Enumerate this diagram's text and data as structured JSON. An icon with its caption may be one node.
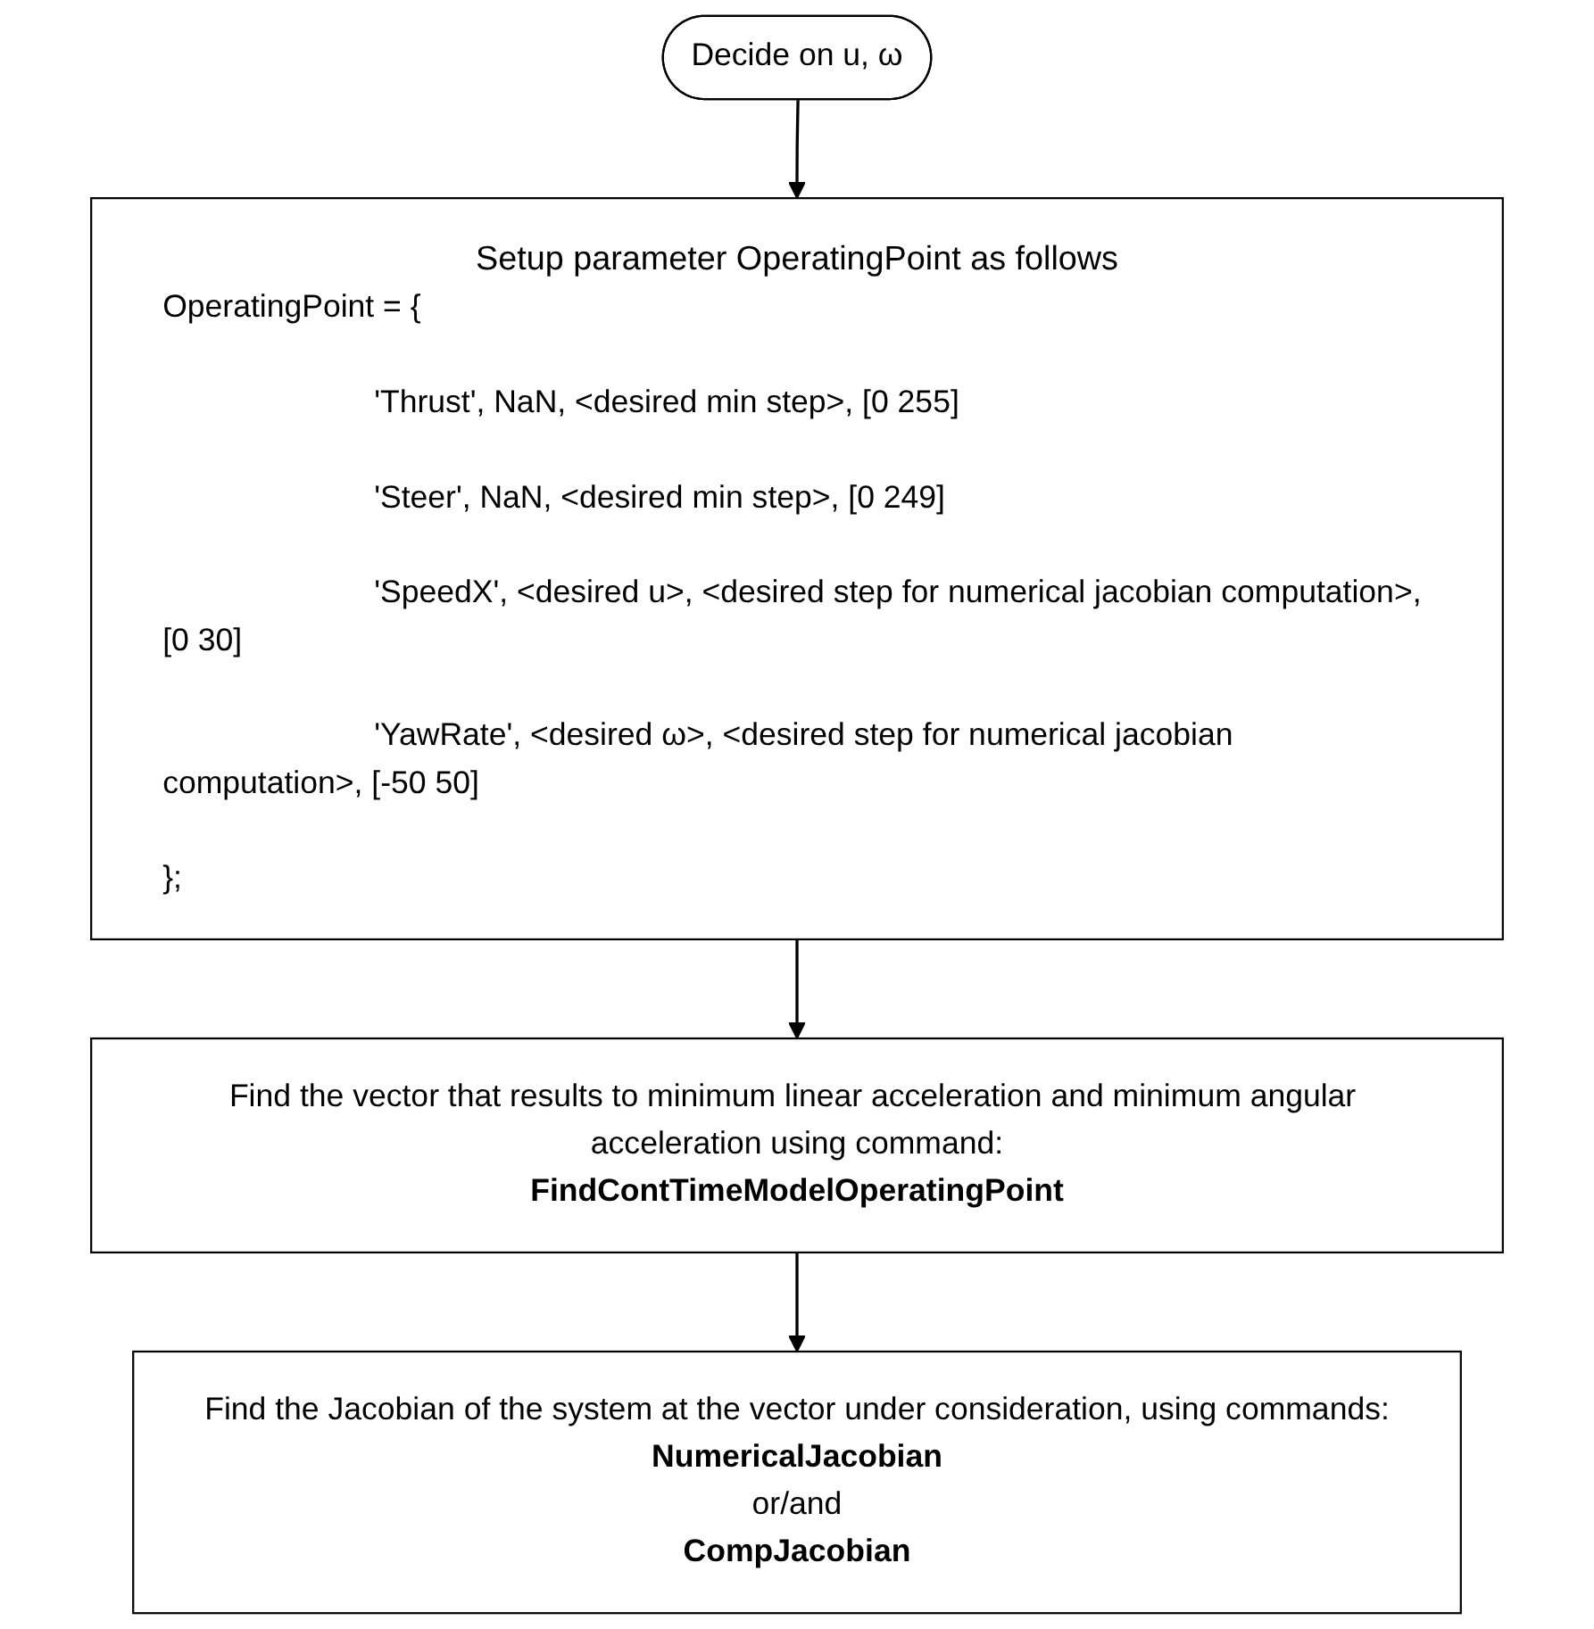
{
  "diagram": {
    "nodes": [
      {
        "text": [
          "Decide on u, ω"
        ]
      },
      {
        "text": [
          "Setup parameter OperatingPoint as follows",
          "OperatingPoint = {",
          "'Thrust', NaN, <desired min step>, [0 255]",
          "'Steer', NaN, <desired min step>, [0 249]",
          "'SpeedX', <desired u>, <desired step for numerical jacobian computation>, [0 30]",
          "'YawRate', <desired ω>, <desired step for numerical jacobian computation>, [-50 50]",
          "};"
        ]
      },
      {
        "text": [
          "Find the vector that results to minimum linear acceleration and minimum angular acceleration using command:",
          "FindContTimeModelOperatingPoint"
        ]
      },
      {
        "text": [
          "Find the Jacobian of the system at the vector under consideration, using commands:",
          "NumericalJacobian",
          "or/and",
          "CompJacobian"
        ]
      }
    ],
    "edges": [
      {
        "from": 0,
        "to": 1,
        "arrow": "to"
      },
      {
        "from": 1,
        "to": 2,
        "arrow": "to"
      },
      {
        "from": 2,
        "to": 3,
        "arrow": "to"
      }
    ]
  }
}
